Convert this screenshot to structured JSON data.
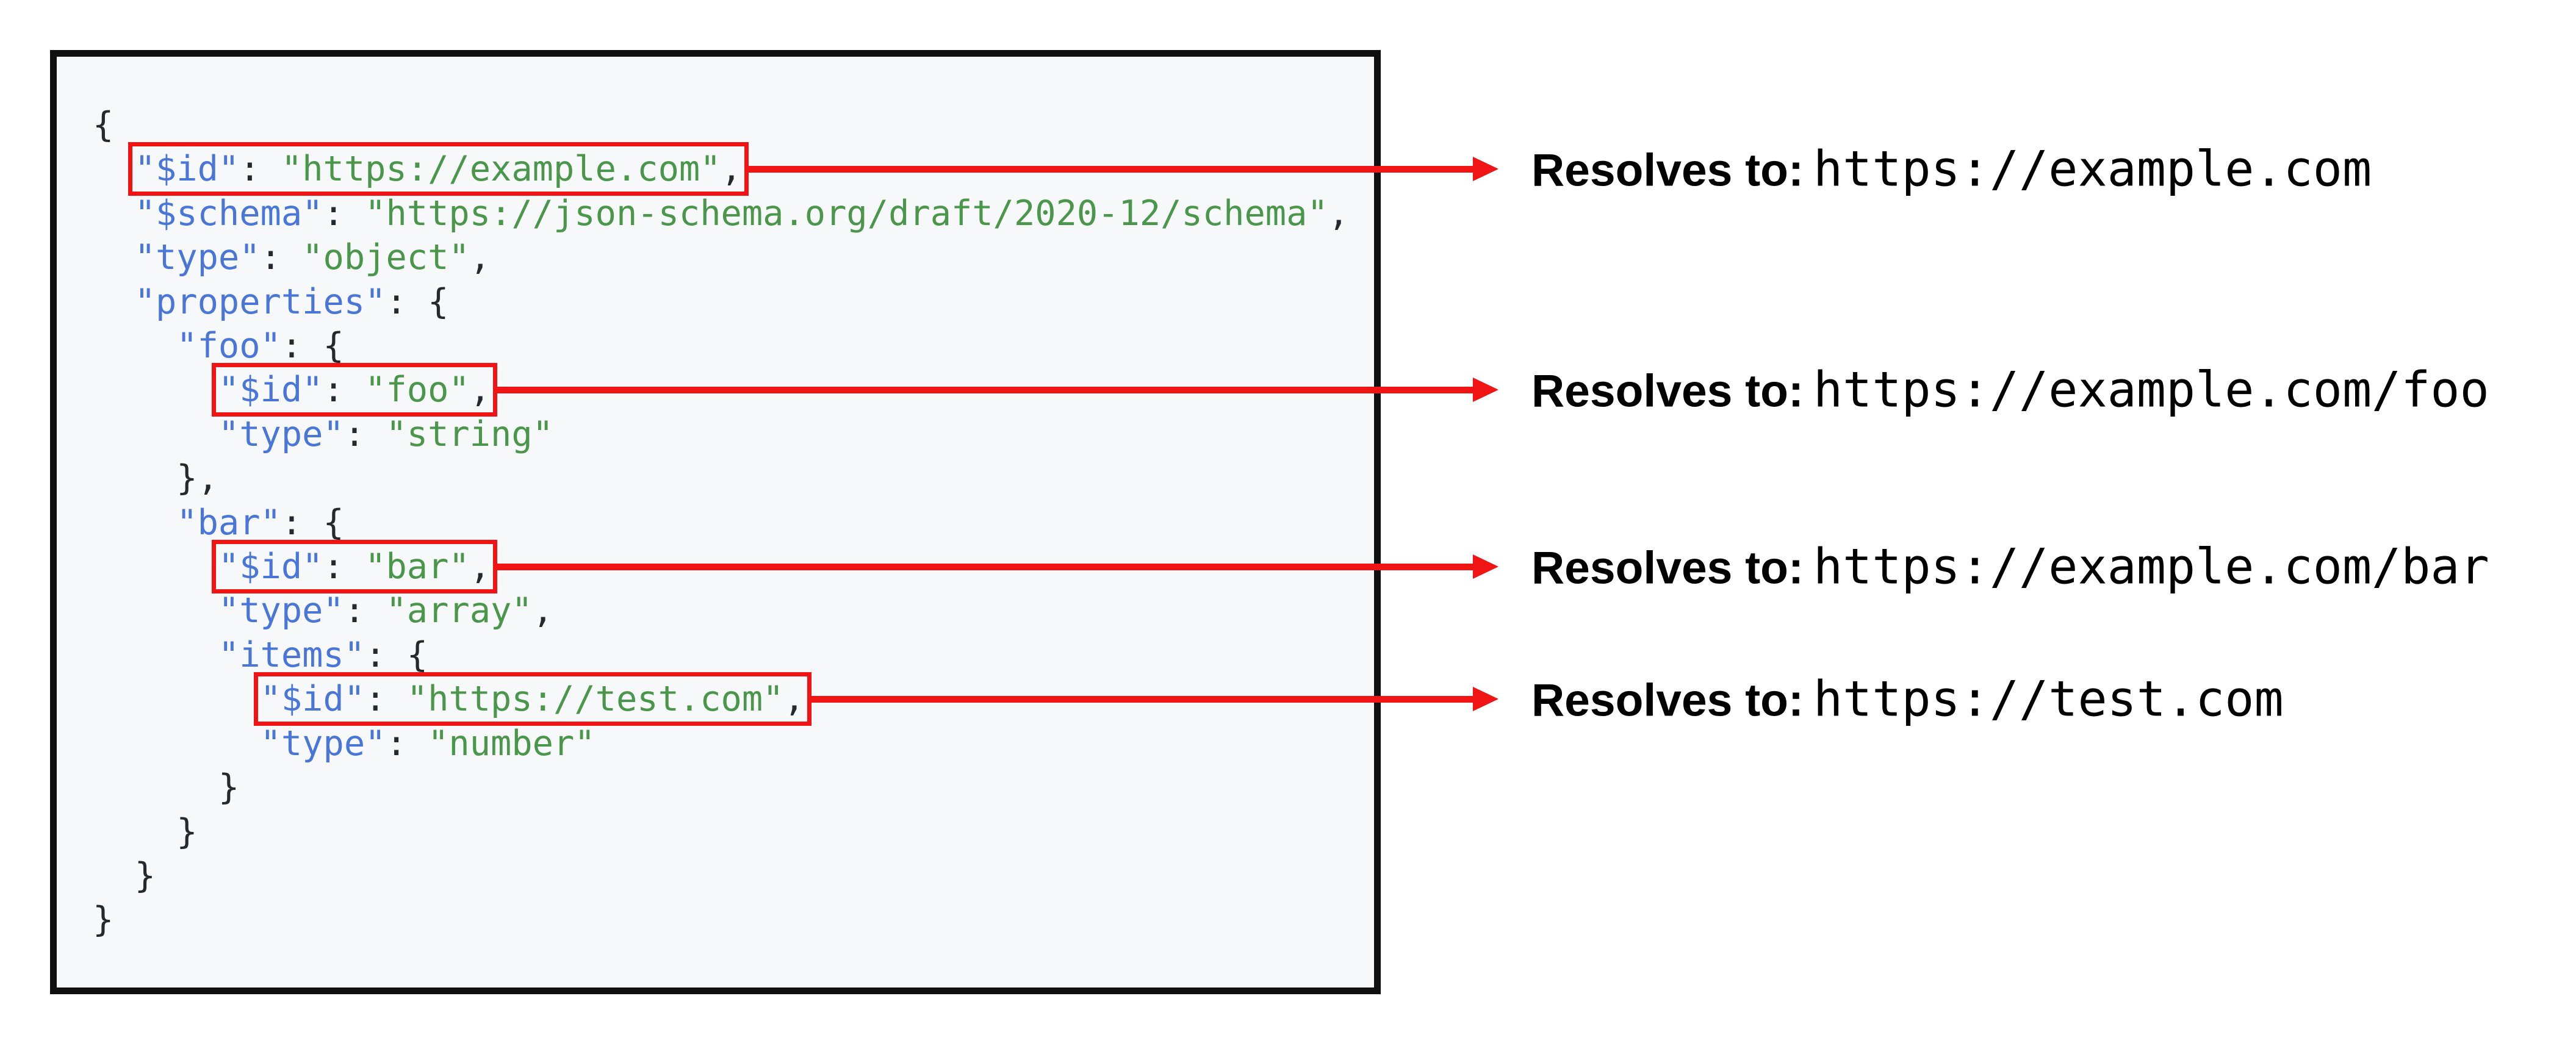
{
  "colors": {
    "accent": "#f01414",
    "code-bg": "#f6f8fa",
    "code-border": "#101010",
    "key": "#4a76d8",
    "str": "#4a964a",
    "pun": "#24292e",
    "text": "#000000",
    "page-bg": "#ffffff"
  },
  "code": {
    "language": "json-schema",
    "lines": [
      {
        "indent": "",
        "segs": [
          [
            "pun",
            "{"
          ]
        ]
      },
      {
        "indent": "  ",
        "boxed": true,
        "segs": [
          [
            "key",
            "\"$id\""
          ],
          [
            "pun",
            ": "
          ],
          [
            "str",
            "\"https://example.com\""
          ],
          [
            "pun",
            ","
          ]
        ]
      },
      {
        "indent": "  ",
        "segs": [
          [
            "key",
            "\"$schema\""
          ],
          [
            "pun",
            ": "
          ],
          [
            "str",
            "\"https://json-schema.org/draft/2020-12/schema\""
          ],
          [
            "pun",
            ","
          ]
        ]
      },
      {
        "indent": "  ",
        "segs": [
          [
            "key",
            "\"type\""
          ],
          [
            "pun",
            ": "
          ],
          [
            "str",
            "\"object\""
          ],
          [
            "pun",
            ","
          ]
        ]
      },
      {
        "indent": "  ",
        "segs": [
          [
            "key",
            "\"properties\""
          ],
          [
            "pun",
            ": {"
          ]
        ]
      },
      {
        "indent": "    ",
        "segs": [
          [
            "key",
            "\"foo\""
          ],
          [
            "pun",
            ": {"
          ]
        ]
      },
      {
        "indent": "      ",
        "boxed": true,
        "segs": [
          [
            "key",
            "\"$id\""
          ],
          [
            "pun",
            ": "
          ],
          [
            "str",
            "\"foo\""
          ],
          [
            "pun",
            ","
          ]
        ]
      },
      {
        "indent": "      ",
        "segs": [
          [
            "key",
            "\"type\""
          ],
          [
            "pun",
            ": "
          ],
          [
            "str",
            "\"string\""
          ]
        ]
      },
      {
        "indent": "    ",
        "segs": [
          [
            "pun",
            "},"
          ]
        ]
      },
      {
        "indent": "    ",
        "segs": [
          [
            "key",
            "\"bar\""
          ],
          [
            "pun",
            ": {"
          ]
        ]
      },
      {
        "indent": "      ",
        "boxed": true,
        "segs": [
          [
            "key",
            "\"$id\""
          ],
          [
            "pun",
            ": "
          ],
          [
            "str",
            "\"bar\""
          ],
          [
            "pun",
            ","
          ]
        ]
      },
      {
        "indent": "      ",
        "segs": [
          [
            "key",
            "\"type\""
          ],
          [
            "pun",
            ": "
          ],
          [
            "str",
            "\"array\""
          ],
          [
            "pun",
            ","
          ]
        ]
      },
      {
        "indent": "      ",
        "segs": [
          [
            "key",
            "\"items\""
          ],
          [
            "pun",
            ": {"
          ]
        ]
      },
      {
        "indent": "        ",
        "boxed": true,
        "segs": [
          [
            "key",
            "\"$id\""
          ],
          [
            "pun",
            ": "
          ],
          [
            "str",
            "\"https://test.com\""
          ],
          [
            "pun",
            ","
          ]
        ]
      },
      {
        "indent": "        ",
        "segs": [
          [
            "key",
            "\"type\""
          ],
          [
            "pun",
            ": "
          ],
          [
            "str",
            "\"number\""
          ]
        ]
      },
      {
        "indent": "      ",
        "segs": [
          [
            "pun",
            "}"
          ]
        ]
      },
      {
        "indent": "    ",
        "segs": [
          [
            "pun",
            "}"
          ]
        ]
      },
      {
        "indent": "  ",
        "segs": [
          [
            "pun",
            "}"
          ]
        ]
      },
      {
        "indent": "",
        "segs": [
          [
            "pun",
            "}"
          ]
        ]
      }
    ]
  },
  "annotations": [
    {
      "label": "Resolves to:",
      "value": "https://example.com"
    },
    {
      "label": "Resolves to:",
      "value": "https://example.com/foo"
    },
    {
      "label": "Resolves to:",
      "value": "https://example.com/bar"
    },
    {
      "label": "Resolves to:",
      "value": "https://test.com"
    }
  ]
}
